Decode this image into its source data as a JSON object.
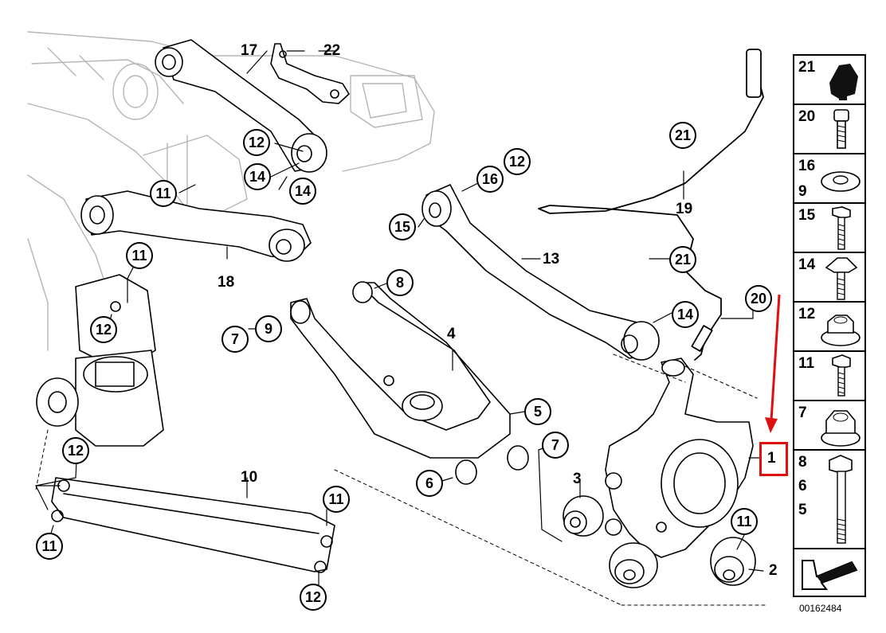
{
  "diagram": {
    "reference": "00162484",
    "highlight_color": "#e01010",
    "line_color": "#000000",
    "callouts": [
      {
        "id": "c1",
        "text": "1"
      },
      {
        "id": "c2",
        "text": "2"
      },
      {
        "id": "c3",
        "text": "3"
      },
      {
        "id": "c4",
        "text": "4"
      },
      {
        "id": "c5",
        "text": "5"
      },
      {
        "id": "c6",
        "text": "6"
      },
      {
        "id": "c7a",
        "text": "7"
      },
      {
        "id": "c7b",
        "text": "7"
      },
      {
        "id": "c8",
        "text": "8"
      },
      {
        "id": "c9",
        "text": "9"
      },
      {
        "id": "c10",
        "text": "10"
      },
      {
        "id": "c11a",
        "text": "11"
      },
      {
        "id": "c11b",
        "text": "11"
      },
      {
        "id": "c11c",
        "text": "11"
      },
      {
        "id": "c11d",
        "text": "11"
      },
      {
        "id": "c11e",
        "text": "11"
      },
      {
        "id": "c12a",
        "text": "12"
      },
      {
        "id": "c12b",
        "text": "12"
      },
      {
        "id": "c12c",
        "text": "12"
      },
      {
        "id": "c12d",
        "text": "12"
      },
      {
        "id": "c12e",
        "text": "12"
      },
      {
        "id": "c13",
        "text": "13"
      },
      {
        "id": "c14a",
        "text": "14"
      },
      {
        "id": "c14b",
        "text": "14"
      },
      {
        "id": "c14c",
        "text": "14"
      },
      {
        "id": "c15",
        "text": "15"
      },
      {
        "id": "c16",
        "text": "16"
      },
      {
        "id": "c17",
        "text": "17"
      },
      {
        "id": "c18",
        "text": "18"
      },
      {
        "id": "c19",
        "text": "19"
      },
      {
        "id": "c20",
        "text": "20"
      },
      {
        "id": "c21a",
        "text": "21"
      },
      {
        "id": "c21b",
        "text": "21"
      },
      {
        "id": "c22",
        "text": "22"
      }
    ],
    "legend": [
      {
        "labels": [
          "21"
        ],
        "icon": "clip-icon"
      },
      {
        "labels": [
          "20"
        ],
        "icon": "socket-bolt-icon"
      },
      {
        "labels": [
          "16",
          "9"
        ],
        "icon": "washer-icon"
      },
      {
        "labels": [
          "15"
        ],
        "icon": "hex-bolt-icon"
      },
      {
        "labels": [
          "14"
        ],
        "icon": "flange-bolt-icon"
      },
      {
        "labels": [
          "12"
        ],
        "icon": "flange-nut-icon"
      },
      {
        "labels": [
          "11"
        ],
        "icon": "short-bolt-icon"
      },
      {
        "labels": [
          "7"
        ],
        "icon": "collar-nut-icon"
      },
      {
        "labels": [
          "8",
          "6",
          "5"
        ],
        "icon": "long-bolt-icon"
      },
      {
        "labels": [],
        "icon": "direction-arrow-icon"
      }
    ]
  }
}
